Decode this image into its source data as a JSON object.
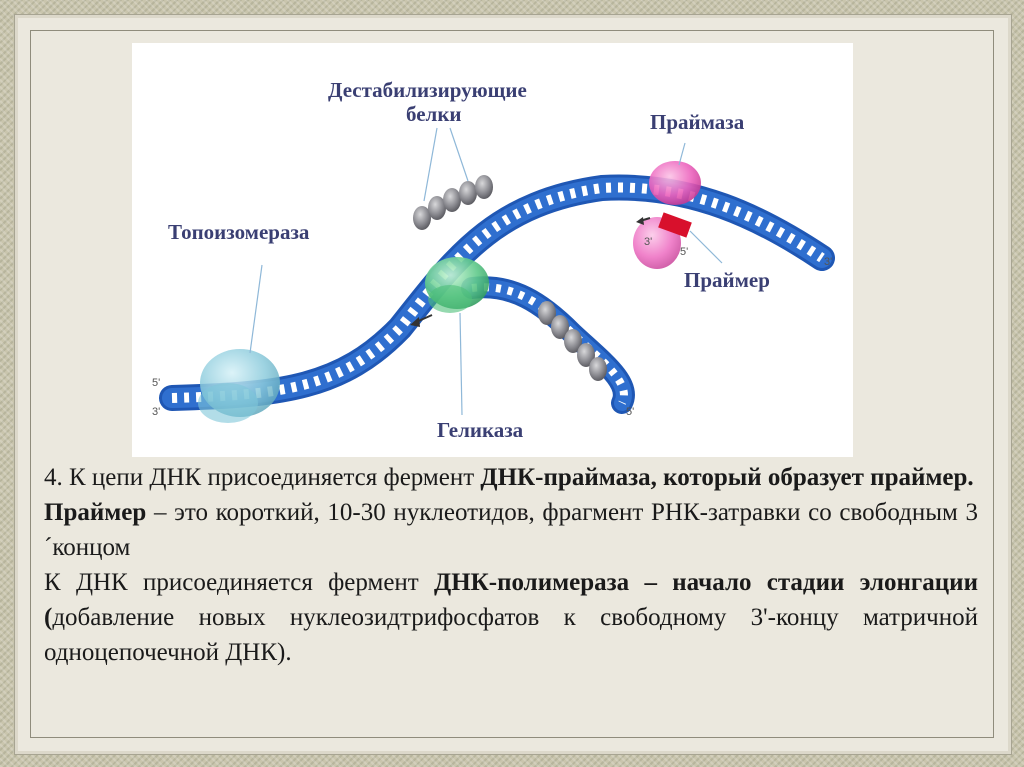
{
  "diagram": {
    "labels": {
      "destabilizing_line1": "Дестабилизирующие",
      "destabilizing_line2": "белки",
      "primase": "Праймаза",
      "topoisomerase": "Топоизомераза",
      "primer": "Праймер",
      "helicase": "Геликаза"
    },
    "strand_ends": {
      "left_top": "5'",
      "left_bottom": "3'",
      "right_top": "3'",
      "right_bottom": "5'",
      "primer_3": "3'",
      "primer_5": "5'"
    },
    "colors": {
      "dna_strand": "#2f6fcf",
      "dna_rung": "#ffffff",
      "ssb_protein": "#7b7b80",
      "primase": "#e85ab8",
      "primer": "#d8102c",
      "helicase": "#4fc07a",
      "topoisomerase": "#7fc6d8"
    }
  },
  "caption": {
    "p1_a": "4. К цепи ДНК присоединяется фермент ",
    "p1_b": "ДНК-праймаза, который образует праймер.",
    "p2_a": "Праймер",
    "p2_b": " – это короткий, 10-30 нуклеотидов, фрагмент РНК-затравки со свободным 3´концом",
    "p3_a": "К ДНК присоединяется фермент ",
    "p3_b": "ДНК-полимераза –  начало стадии элонгации (",
    "p3_c": "добавление новых нуклеозидтрифосфатов к свободному 3'-концу матричной одноцепочечной ДНК)."
  }
}
